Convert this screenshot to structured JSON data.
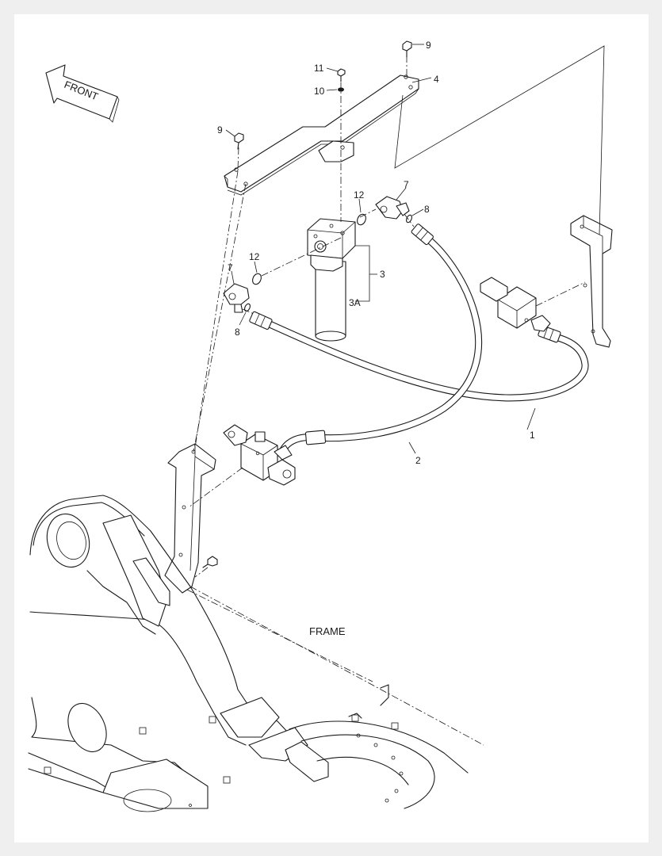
{
  "direction_arrow": {
    "label": "FRONT"
  },
  "frame_label": "FRAME",
  "callouts": {
    "hose_1": "1",
    "hose_2": "2",
    "filter_3": "3",
    "filter_element_3a": "3A",
    "bracket_4": "4",
    "elbow_7_upper": "7",
    "elbow_7_lower": "7",
    "oring_8_upper": "8",
    "oring_8_lower": "8",
    "bolt_9_right": "9",
    "bolt_9_left": "9",
    "washer_10": "10",
    "bolt_11": "11",
    "oring_12_upper": "12",
    "oring_12_lower": "12"
  },
  "colors": {
    "line": "#1a1a1a",
    "paper": "#ffffff",
    "margin": "#efefef"
  }
}
